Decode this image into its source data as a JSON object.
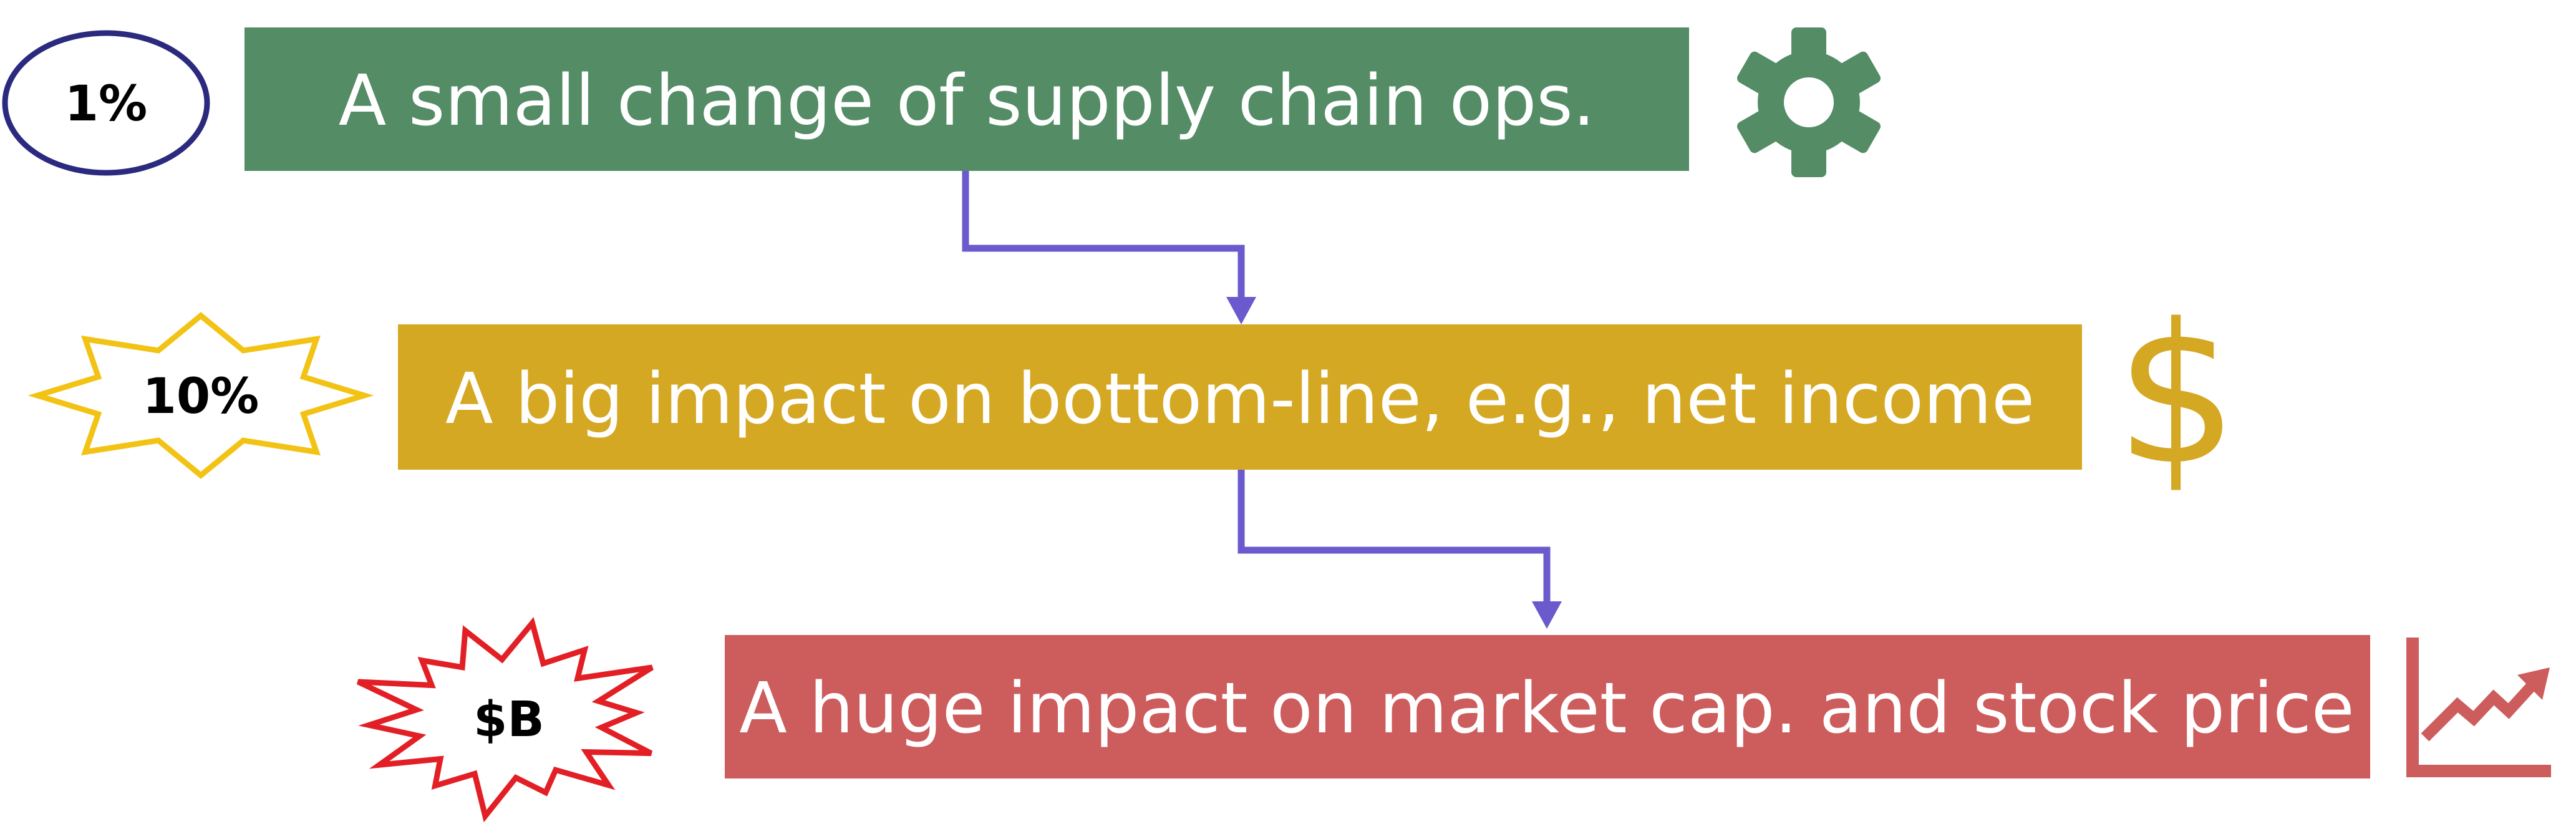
{
  "steps": [
    {
      "text": "A small change of supply chain ops.",
      "badge": "1%",
      "badge_shape": "ellipse",
      "icon": "gear-icon",
      "color": "#538c65"
    },
    {
      "text": "A big impact on bottom-line, e.g., net income",
      "badge": "10%",
      "badge_shape": "star-burst",
      "icon": "dollar-icon",
      "icon_text": "$",
      "color": "#d5a823"
    },
    {
      "text": "A huge impact on market cap. and stock price",
      "badge": "$B",
      "badge_shape": "explosion-burst",
      "icon": "rising-chart-icon",
      "color": "#cd5c5c"
    }
  ],
  "colors": {
    "connector": "#6a5acd",
    "badge_outline_1": "#2b2a7e",
    "badge_outline_2": "#f2c314",
    "badge_outline_3": "#e31f26"
  }
}
